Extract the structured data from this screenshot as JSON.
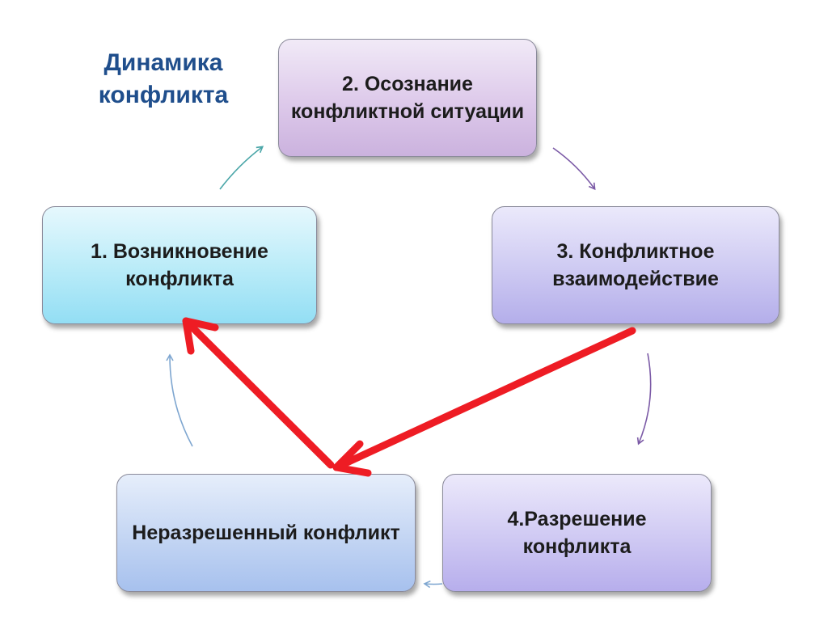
{
  "title": "Динамика конфликта",
  "nodes": {
    "emerge": "1. Возникновение конфликта",
    "aware": "2. Осознание конфликтной ситуации",
    "interact": "3. Конфликтное взаимодействие",
    "resolve": "4.Разрешение конфликта",
    "unresolved": "Неразрешенный конфликт"
  },
  "colors": {
    "title": "#1f4e8c",
    "main_arrow": "#ee1c24",
    "cycle_arrow_teal": "#4aa6a8",
    "cycle_arrow_purple": "#7b5aa6",
    "cycle_arrow_blue": "#7ea6d0"
  }
}
